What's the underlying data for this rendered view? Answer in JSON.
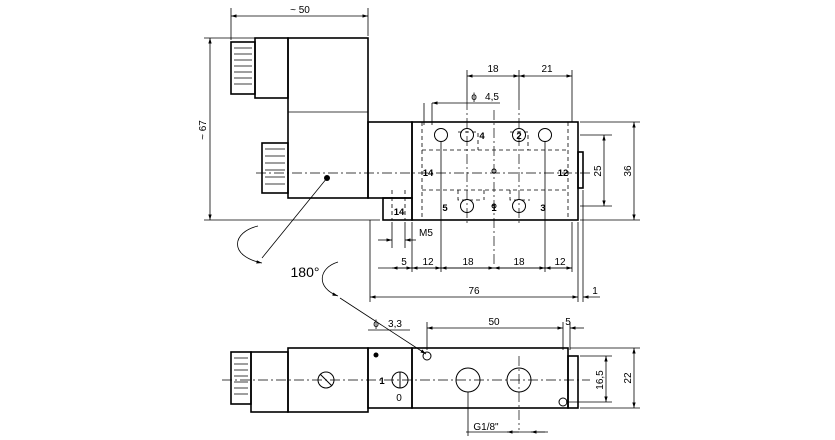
{
  "dimensions": {
    "top_width": "~ 50",
    "height": "~ 67",
    "d18_top": "18",
    "d21_top": "21",
    "phi45": "4,5",
    "d25": "25",
    "d36": "36",
    "m5": "M5",
    "d5": "5",
    "d12a": "12",
    "d18a": "18",
    "d18b": "18",
    "d12b": "12",
    "d76": "76",
    "d1": "1",
    "phi33": "3,3",
    "d50": "50",
    "d5b": "5",
    "d165": "16,5",
    "d22": "22",
    "g18": "G1/8\""
  },
  "ports": {
    "p4": "4",
    "p2": "2",
    "p14": "14",
    "p12": "12",
    "p5": "5",
    "p1": "1",
    "p3": "3",
    "p14b": "14"
  },
  "rotation": "180°",
  "phi_symbol": "ϕ",
  "side_mark": "1",
  "side_mark_b": "0"
}
